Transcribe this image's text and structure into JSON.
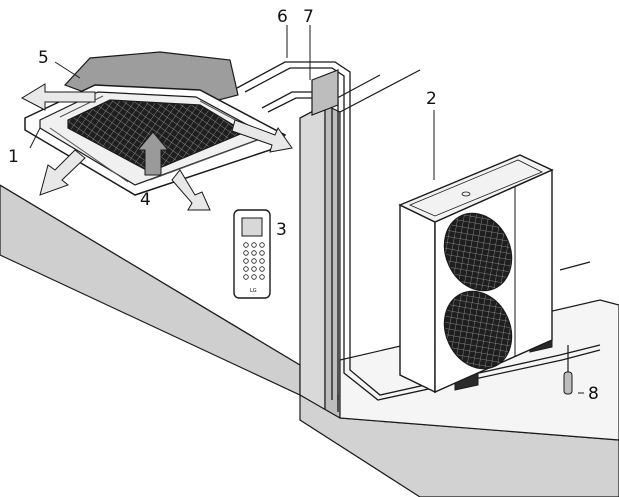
{
  "callouts": [
    {
      "id": "1",
      "label": "1"
    },
    {
      "id": "2",
      "label": "2"
    },
    {
      "id": "3",
      "label": "3"
    },
    {
      "id": "4",
      "label": "4"
    },
    {
      "id": "5",
      "label": "5"
    },
    {
      "id": "6",
      "label": "6"
    },
    {
      "id": "7",
      "label": "7"
    },
    {
      "id": "8",
      "label": "8"
    }
  ],
  "brand_mark": "LG",
  "colors": {
    "wall": "#d8d8d8",
    "floor_top": "#f4f4f4",
    "unit_body": "#ffffff",
    "grille": "#2a2a2a",
    "airflow_arrow": "#e6e6e6",
    "outline": "#1a1a1a"
  }
}
